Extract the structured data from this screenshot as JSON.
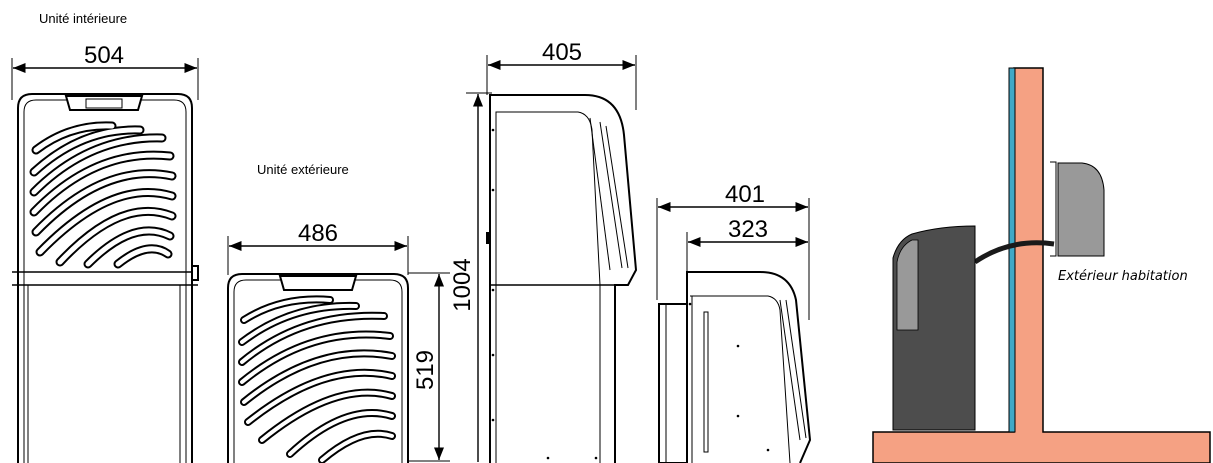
{
  "labels": {
    "indoor_unit": "Unité intérieure",
    "outdoor_unit": "Unité extérieure",
    "outside_home": "Extérieur habitation"
  },
  "dimensions": {
    "indoor_width": "504",
    "outdoor_width": "486",
    "indoor_depth": "405",
    "indoor_height": "1004",
    "outdoor_height": "519",
    "outdoor_depth_total": "401",
    "outdoor_depth_body": "323"
  },
  "colors": {
    "wall": "#f5a183",
    "insulation": "#3fa9c7",
    "unit_dark": "#4d4d4d",
    "unit_light": "#999999",
    "pipe": "#1a1a1a"
  }
}
